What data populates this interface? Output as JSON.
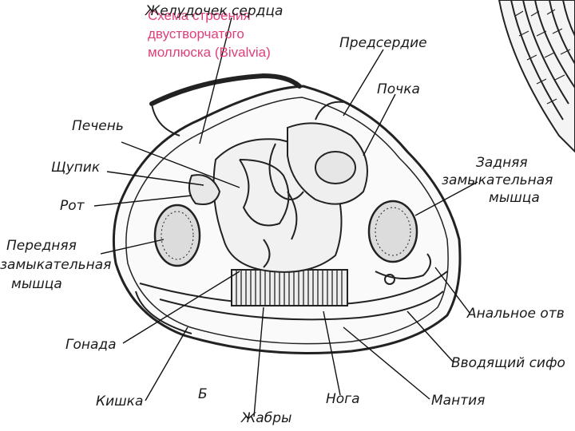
{
  "title": "Схема строения двустворчатого моллюска (Bivalvia)",
  "colors": {
    "title": "#e0407a",
    "ink": "#1a1a1a",
    "paper": "#ffffff"
  },
  "figure_letter": "Б",
  "labels": {
    "heart_ventricle": "Желудочек сердца",
    "atrium": "Предсердие",
    "kidney": "Почка",
    "liver": "Печень",
    "palp": "Щупик",
    "mouth": "Рот",
    "anterior_muscle_1": "Передняя",
    "anterior_muscle_2": "замыкательная",
    "anterior_muscle_3": "мышца",
    "posterior_muscle_1": "Задняя",
    "posterior_muscle_2": "замыкательная",
    "posterior_muscle_3": "мышца",
    "anal_opening": "Анальное отв",
    "inlet_siphon": "Вводящий сифо",
    "gonad": "Гонада",
    "intestine": "Кишка",
    "gills": "Жабры",
    "foot": "Нога",
    "mantle": "Мантия"
  }
}
